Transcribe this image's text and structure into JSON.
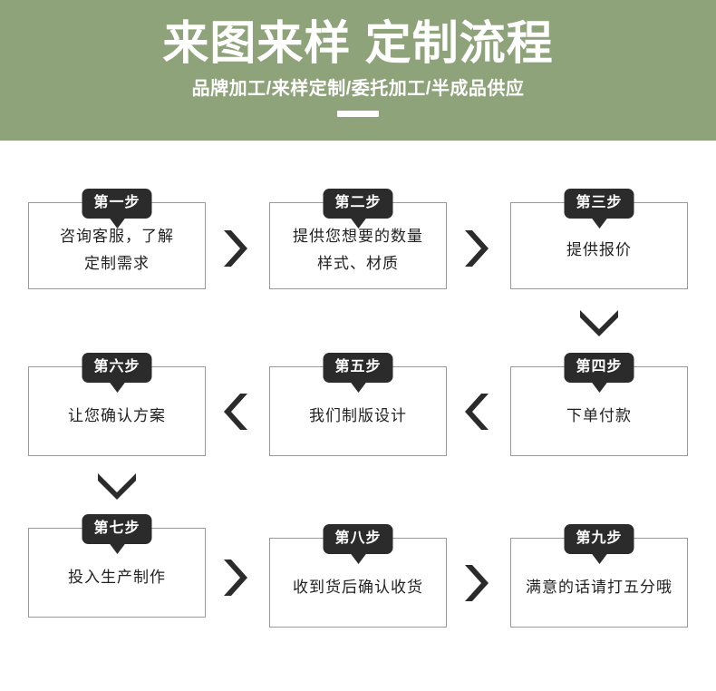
{
  "banner": {
    "title": "来图来样 定制流程",
    "subtitle": "品牌加工/来样定制/委托加工/半成品供应",
    "bg_color": "#8ea37a",
    "text_color": "#ffffff"
  },
  "theme": {
    "badge_bg": "#2b2b2b",
    "box_border": "#9a9a9a",
    "text_color": "#222222",
    "arrow_color": "#2b2b2b"
  },
  "flow": {
    "steps": [
      {
        "badge": "第一步",
        "lines": [
          "咨询客服，了解",
          "定制需求"
        ]
      },
      {
        "badge": "第二步",
        "lines": [
          "提供您想要的数量",
          "样式、材质"
        ]
      },
      {
        "badge": "第三步",
        "lines": [
          "提供报价"
        ]
      },
      {
        "badge": "第四步",
        "lines": [
          "下单付款"
        ]
      },
      {
        "badge": "第五步",
        "lines": [
          "我们制版设计"
        ]
      },
      {
        "badge": "第六步",
        "lines": [
          "让您确认方案"
        ]
      },
      {
        "badge": "第七步",
        "lines": [
          "投入生产制作"
        ]
      },
      {
        "badge": "第八步",
        "lines": [
          "收到货后确认收货"
        ]
      },
      {
        "badge": "第九步",
        "lines": [
          "满意的话请打五分哦"
        ]
      }
    ],
    "connectors": [
      {
        "name": "arrow-step1-to-step2",
        "direction": "right"
      },
      {
        "name": "arrow-step2-to-step3",
        "direction": "right"
      },
      {
        "name": "arrow-step3-to-step4",
        "direction": "down"
      },
      {
        "name": "arrow-step4-to-step5",
        "direction": "left"
      },
      {
        "name": "arrow-step5-to-step6",
        "direction": "left"
      },
      {
        "name": "arrow-step6-to-step7",
        "direction": "down"
      },
      {
        "name": "arrow-step7-to-step8",
        "direction": "right"
      },
      {
        "name": "arrow-step8-to-step9",
        "direction": "right"
      }
    ]
  }
}
